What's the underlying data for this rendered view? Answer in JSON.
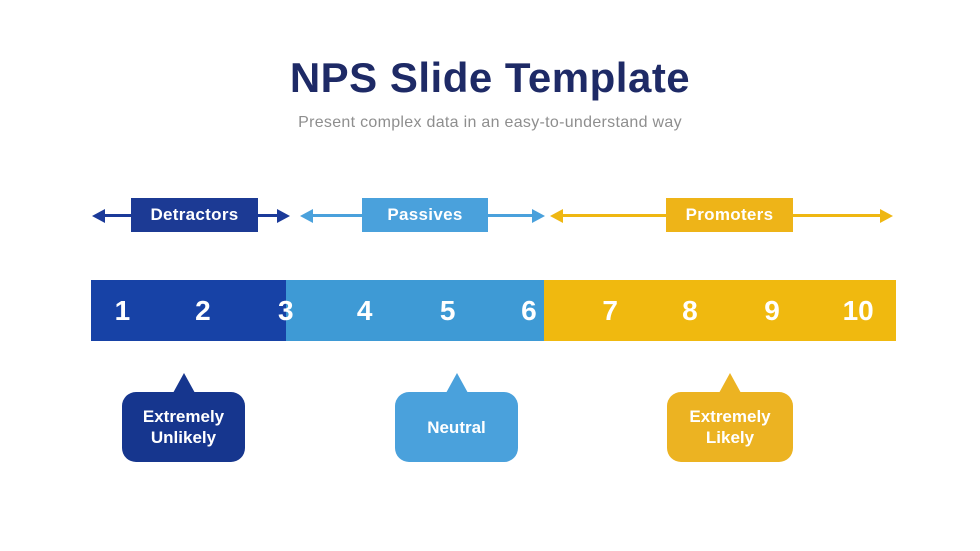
{
  "slide": {
    "title": "NPS Slide Template",
    "subtitle": "Present complex data in an easy-to-understand way"
  },
  "segments": [
    {
      "id": "detractors",
      "label": "Detractors",
      "numbers": [
        1,
        2,
        3
      ],
      "color": "#1742A6"
    },
    {
      "id": "passives",
      "label": "Passives",
      "numbers": [
        4,
        5,
        6
      ],
      "color": "#3E9AD5"
    },
    {
      "id": "promoters",
      "label": "Promoters",
      "numbers": [
        7,
        8,
        9,
        10
      ],
      "color": "#F0B90F"
    }
  ],
  "scale": {
    "numbers": [
      "1",
      "2",
      "3",
      "4",
      "5",
      "6",
      "7",
      "8",
      "9",
      "10"
    ]
  },
  "callouts": [
    {
      "id": "extremely-unlikely",
      "text": "Extremely Unlikely",
      "color": "#16368E"
    },
    {
      "id": "neutral",
      "text": "Neutral",
      "color": "#4AA1DC"
    },
    {
      "id": "extremely-likely",
      "text": "Extremely Likely",
      "color": "#ECB322"
    }
  ],
  "colors": {
    "title_navy": "#1E2A66",
    "subtitle_gray": "#8E8E8E",
    "detractors_blue": "#1C3A94",
    "passives_blue": "#4AA1DC",
    "promoters_yellow": "#EEB418",
    "background": "#FFFFFF",
    "text_on_color": "#FFFFFF"
  }
}
